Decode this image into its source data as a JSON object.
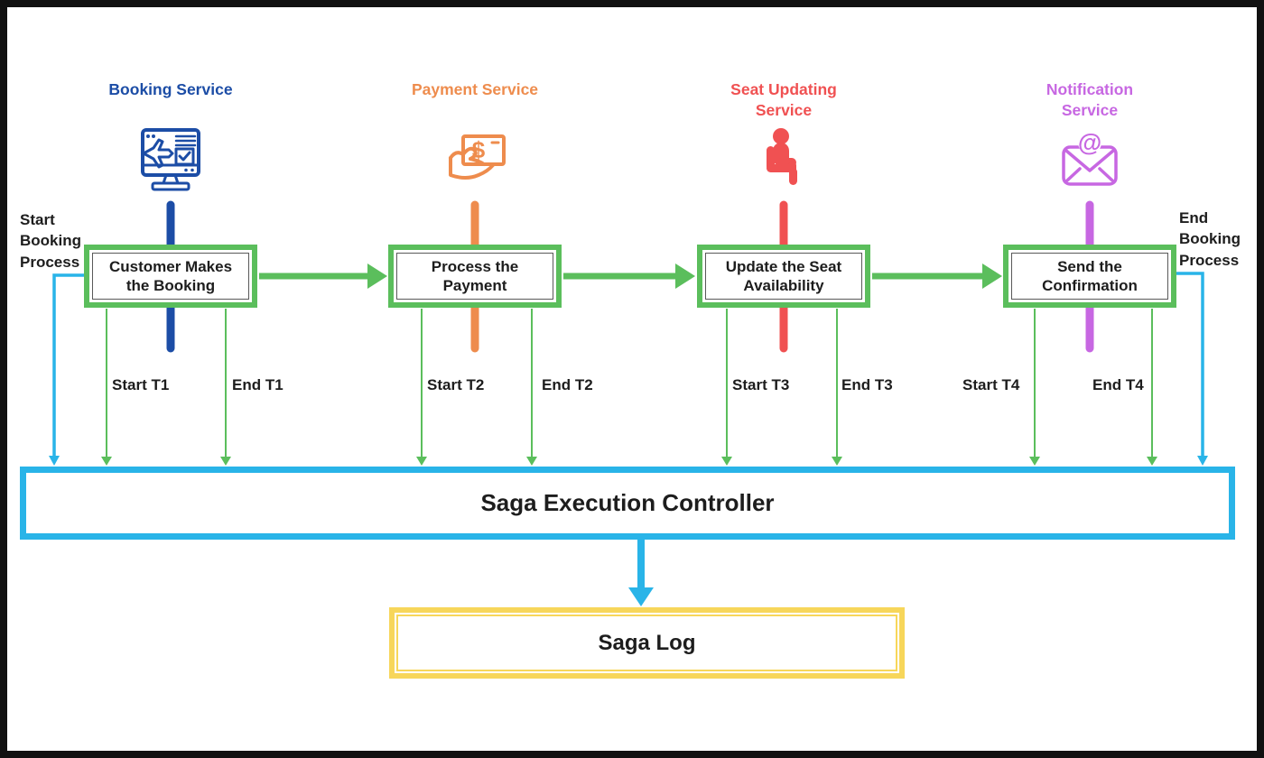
{
  "colors": {
    "blue": "#1C4DA6",
    "orange": "#EE8C4D",
    "red": "#F05152",
    "purple": "#C767E2",
    "green": "#5BBE5C",
    "cyan": "#29B4E8",
    "yellow": "#F7D65A",
    "ink": "#1D1D1D",
    "box-inner": "#595959",
    "frame": "#111111"
  },
  "services": [
    {
      "title": "Booking Service",
      "box_label": "Customer Makes the Booking",
      "start_label": "Start T1",
      "end_label": "End T1",
      "icon": "booking-monitor-icon"
    },
    {
      "title": "Payment Service",
      "box_label": "Process the Payment",
      "start_label": "Start T2",
      "end_label": "End T2",
      "icon": "payment-hand-icon"
    },
    {
      "title": "Seat Updating Service",
      "box_label": "Update the Seat Availability",
      "start_label": "Start T3",
      "end_label": "End T3",
      "icon": "seat-occupied-icon"
    },
    {
      "title": "Notification Service",
      "box_label": "Send the Confirmation",
      "start_label": "Start T4",
      "end_label": "End T4",
      "icon": "email-at-icon"
    }
  ],
  "flow_labels": {
    "start": "Start Booking Process",
    "end": "End Booking Process"
  },
  "controller": {
    "label": "Saga Execution Controller"
  },
  "saga_log": {
    "label": "Saga Log"
  }
}
